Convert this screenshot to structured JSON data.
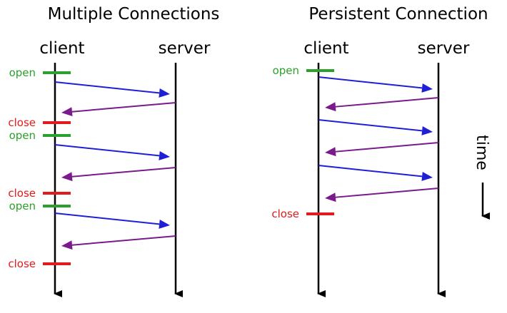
{
  "colors": {
    "open": "#2ca02c",
    "close": "#e31a1c",
    "request": "#1f1fd6",
    "response": "#7a1a8c",
    "timeline": "#000000"
  },
  "left": {
    "title": "Multiple Connections",
    "client_label": "client",
    "server_label": "server",
    "events": [
      {
        "kind": "open",
        "label": "open"
      },
      {
        "kind": "request"
      },
      {
        "kind": "response"
      },
      {
        "kind": "close",
        "label": "close"
      },
      {
        "kind": "open",
        "label": "open"
      },
      {
        "kind": "request"
      },
      {
        "kind": "response"
      },
      {
        "kind": "close",
        "label": "close"
      },
      {
        "kind": "open",
        "label": "open"
      },
      {
        "kind": "request"
      },
      {
        "kind": "response"
      },
      {
        "kind": "close",
        "label": "close"
      }
    ]
  },
  "right": {
    "title": "Persistent Connection",
    "client_label": "client",
    "server_label": "server",
    "events": [
      {
        "kind": "open",
        "label": "open"
      },
      {
        "kind": "request"
      },
      {
        "kind": "response"
      },
      {
        "kind": "request"
      },
      {
        "kind": "response"
      },
      {
        "kind": "request"
      },
      {
        "kind": "response"
      },
      {
        "kind": "close",
        "label": "close"
      }
    ]
  },
  "time_label": "time"
}
